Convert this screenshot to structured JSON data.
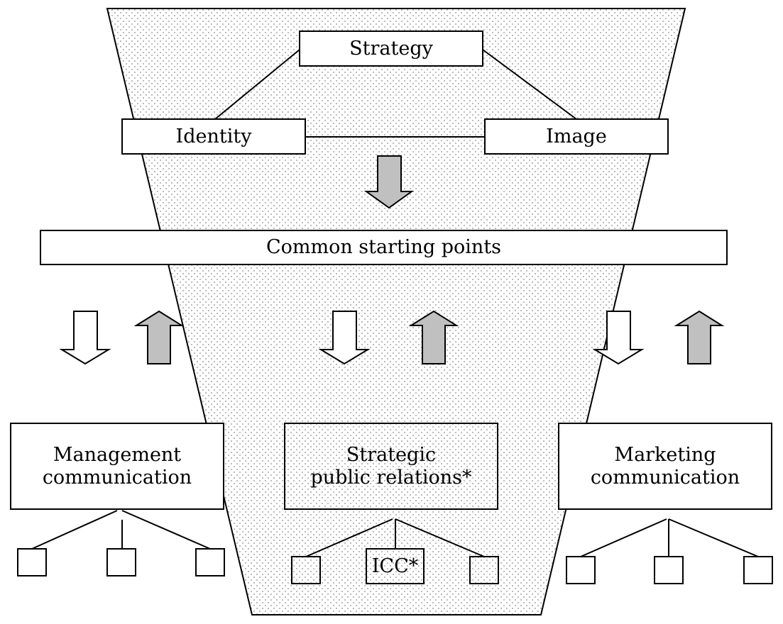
{
  "nodes": {
    "strategy": "Strategy",
    "identity": "Identity",
    "image": "Image",
    "common_starting_points": "Common starting points",
    "management_communication": {
      "line1": "Management",
      "line2": "communication"
    },
    "strategic_public_relations": {
      "line1": "Strategic",
      "line2": "public relations*"
    },
    "marketing_communication": {
      "line1": "Marketing",
      "line2": "communication"
    },
    "icc": "ICC*"
  },
  "colors": {
    "stroke": "#000000",
    "fill": "#ffffff",
    "arrow_gray": "#c0c0c0",
    "dot": "#8a8a8a"
  }
}
